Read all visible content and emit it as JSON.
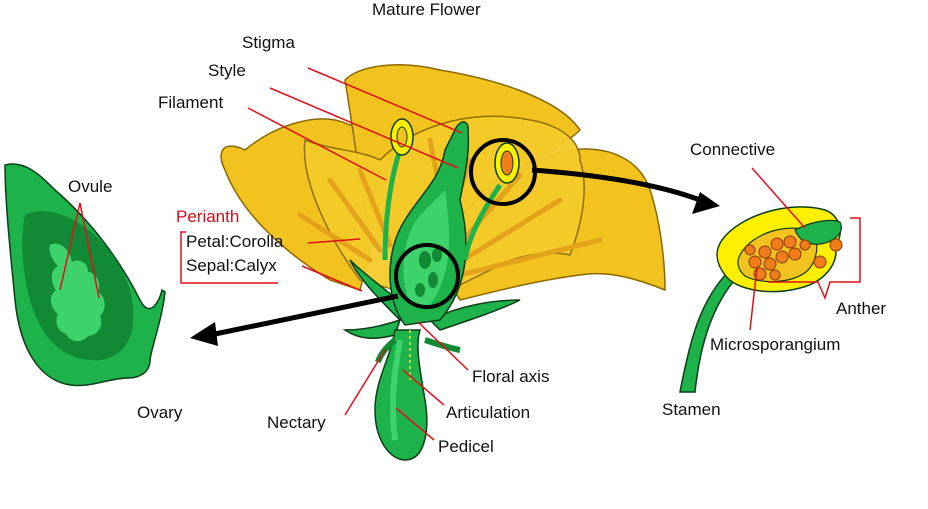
{
  "title": "Mature Flower",
  "labels": {
    "stigma": "Stigma",
    "style": "Style",
    "filament": "Filament",
    "ovule": "Ovule",
    "perianth": "Perianth",
    "petal": "Petal:Corolla",
    "sepal": "Sepal:Calyx",
    "ovary": "Ovary",
    "nectary": "Nectary",
    "floral_axis": "Floral axis",
    "articulation": "Articulation",
    "pedicel": "Pedicel",
    "connective": "Connective",
    "anther": "Anther",
    "microsporangium": "Microsporangium",
    "stamen": "Stamen"
  },
  "colors": {
    "petal": "#f2c21f",
    "petal_outline": "#8a6a00",
    "petal_vein": "#e3a21a",
    "green": "#1db34a",
    "green_light": "#3dd36a",
    "green_dark": "#128a35",
    "outline": "#0d3d1a",
    "leader": "#e0101a",
    "pollen": "#f07d1a",
    "anther_yellow": "#fff000"
  }
}
